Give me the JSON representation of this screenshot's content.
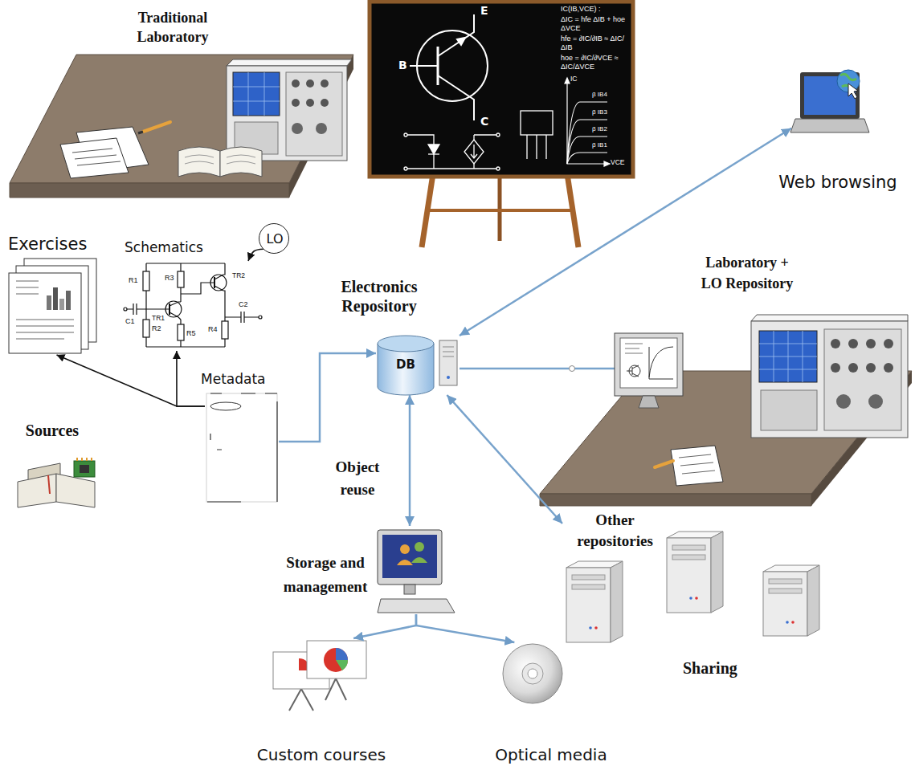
{
  "diagram": {
    "nodes": [
      {
        "text": [
          "Exercises"
        ]
      },
      {
        "text": [
          "Schematics"
        ]
      },
      {
        "text": [
          "LO"
        ]
      },
      {
        "text": [
          "Metadata"
        ]
      },
      {
        "text": [
          "Electronics Repository",
          "DB"
        ]
      },
      {
        "text": [
          "Web browsing"
        ]
      },
      {
        "text": [
          "Laboratory + LO Repository"
        ]
      },
      {
        "text": [
          "Object reuse"
        ]
      },
      {
        "text": [
          "Other repositories"
        ]
      },
      {
        "text": [
          "Custom courses"
        ]
      },
      {
        "text": [
          "Optical media"
        ]
      }
    ],
    "edges": [
      {
        "from": 3,
        "to": 0,
        "arrow": "to"
      },
      {
        "from": 3,
        "to": 1,
        "arrow": "to"
      },
      {
        "from": 2,
        "to": 1,
        "arrow": "to"
      },
      {
        "from": 3,
        "to": 4,
        "arrow": "to"
      },
      {
        "from": 4,
        "to": 5,
        "arrow": "both"
      },
      {
        "from": 4,
        "to": 6,
        "arrow": "none"
      },
      {
        "from": 4,
        "to": 7,
        "arrow": "both"
      },
      {
        "from": 4,
        "to": 8,
        "arrow": "both"
      },
      {
        "from": 7,
        "to": 9,
        "arrow": "to"
      },
      {
        "from": 7,
        "to": 10,
        "arrow": "to"
      }
    ],
    "labels": [
      "Traditional Laboratory",
      "E",
      "B",
      "C",
      "IC(IB,VCE) :",
      "ΔIC = hfe ΔIB + hoe ΔVCE",
      "hfe = ∂IC/∂IB ≈ ΔIC/ΔIB",
      "hoe = ∂IC/∂VCE ≈ ΔIC/ΔVCE",
      "IC",
      "VCE",
      "β IB4",
      "β IB3",
      "β IB2",
      "β IB1",
      "R1",
      "R3",
      "TR1",
      "TR2",
      "C1",
      "R2",
      "R5",
      "R4",
      "C2",
      "Sources",
      "Storage and management",
      "Sharing"
    ]
  }
}
